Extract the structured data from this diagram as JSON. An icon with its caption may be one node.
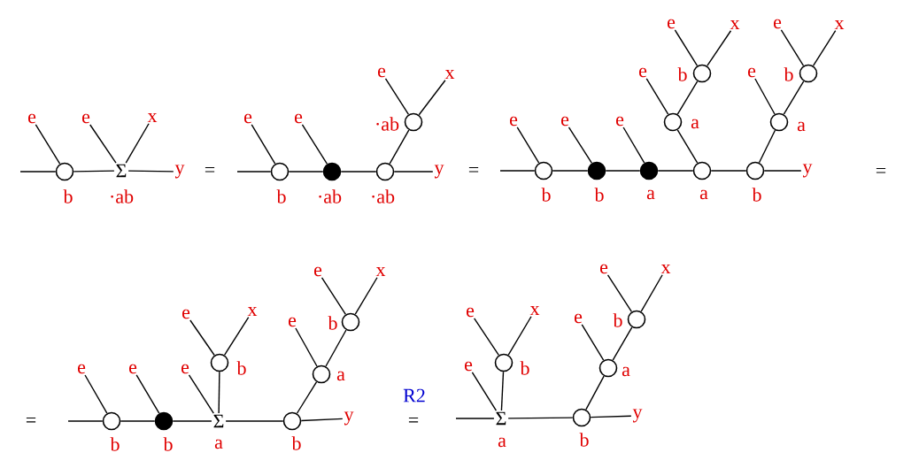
{
  "diagram": {
    "nodes": [
      {
        "text": [],
        "shape": "circle",
        "beside": [
          "b"
        ]
      },
      {
        "text": [
          "e"
        ]
      },
      {
        "text": [
          "Σ"
        ],
        "beside": [
          "·ab"
        ]
      },
      {
        "text": [
          "e"
        ]
      },
      {
        "text": [
          "x"
        ]
      },
      {
        "text": [
          "y"
        ]
      },
      {
        "text": [],
        "shape": "circle",
        "beside": [
          "b"
        ]
      },
      {
        "text": [
          "e"
        ]
      },
      {
        "text": [],
        "shape": "circle",
        "beside": [
          "·ab"
        ]
      },
      {
        "text": [
          "e"
        ]
      },
      {
        "text": [],
        "shape": "circle",
        "beside": [
          "·ab"
        ]
      },
      {
        "text": [],
        "shape": "circle",
        "beside": [
          "·ab"
        ]
      },
      {
        "text": [
          "e"
        ]
      },
      {
        "text": [
          "x"
        ]
      },
      {
        "text": [
          "y"
        ]
      },
      {
        "text": [],
        "shape": "circle",
        "beside": [
          "b"
        ]
      },
      {
        "text": [
          "e"
        ]
      },
      {
        "text": [],
        "shape": "circle",
        "beside": [
          "b"
        ]
      },
      {
        "text": [
          "e"
        ]
      },
      {
        "text": [],
        "shape": "circle",
        "beside": [
          "a"
        ]
      },
      {
        "text": [
          "e"
        ]
      },
      {
        "text": [],
        "shape": "circle",
        "beside": [
          "a"
        ]
      },
      {
        "text": [],
        "shape": "circle",
        "beside": [
          "a"
        ]
      },
      {
        "text": [
          "e"
        ]
      },
      {
        "text": [],
        "shape": "circle",
        "beside": [
          "b"
        ]
      },
      {
        "text": [
          "e"
        ]
      },
      {
        "text": [
          "x"
        ]
      },
      {
        "text": [],
        "shape": "circle",
        "beside": [
          "b"
        ]
      },
      {
        "text": [],
        "shape": "circle",
        "beside": [
          "a"
        ]
      },
      {
        "text": [
          "e"
        ]
      },
      {
        "text": [],
        "shape": "circle",
        "beside": [
          "b"
        ]
      },
      {
        "text": [
          "e"
        ]
      },
      {
        "text": [
          "x"
        ]
      },
      {
        "text": [
          "y"
        ]
      },
      {
        "text": [],
        "shape": "circle",
        "beside": [
          "b"
        ]
      },
      {
        "text": [
          "e"
        ]
      },
      {
        "text": [],
        "shape": "circle",
        "beside": [
          "b"
        ]
      },
      {
        "text": [
          "e"
        ]
      },
      {
        "text": [
          "Σ"
        ],
        "beside": [
          "a"
        ]
      },
      {
        "text": [
          "e"
        ]
      },
      {
        "text": [],
        "shape": "circle",
        "beside": [
          "b"
        ]
      },
      {
        "text": [
          "e"
        ]
      },
      {
        "text": [
          "x"
        ]
      },
      {
        "text": [],
        "shape": "circle",
        "beside": [
          "b"
        ]
      },
      {
        "text": [],
        "shape": "circle",
        "beside": [
          "a"
        ]
      },
      {
        "text": [
          "e"
        ]
      },
      {
        "text": [],
        "shape": "circle",
        "beside": [
          "b"
        ]
      },
      {
        "text": [
          "e"
        ]
      },
      {
        "text": [
          "x"
        ]
      },
      {
        "text": [
          "y"
        ]
      },
      {
        "text": [
          "Σ"
        ],
        "beside": [
          "a"
        ]
      },
      {
        "text": [
          "e"
        ]
      },
      {
        "text": [],
        "shape": "circle",
        "beside": [
          "b"
        ]
      },
      {
        "text": [
          "e"
        ]
      },
      {
        "text": [
          "x"
        ]
      },
      {
        "text": [],
        "shape": "circle",
        "beside": [
          "b"
        ]
      },
      {
        "text": [],
        "shape": "circle",
        "beside": [
          "a"
        ]
      },
      {
        "text": [
          "e"
        ]
      },
      {
        "text": [],
        "shape": "circle",
        "beside": [
          "b"
        ]
      },
      {
        "text": [
          "e"
        ]
      },
      {
        "text": [
          "x"
        ]
      },
      {
        "text": [
          "y"
        ]
      }
    ],
    "edges": [
      {
        "from": null,
        "to": 0,
        "arrow": "none"
      },
      {
        "from": 0,
        "to": 1,
        "arrow": "none"
      },
      {
        "from": 0,
        "to": 2,
        "arrow": "none"
      },
      {
        "from": 2,
        "to": 3,
        "arrow": "none"
      },
      {
        "from": 2,
        "to": 4,
        "arrow": "none"
      },
      {
        "from": 2,
        "to": 5,
        "arrow": "none"
      },
      {
        "from": null,
        "to": 6,
        "arrow": "none"
      },
      {
        "from": 6,
        "to": 7,
        "arrow": "none"
      },
      {
        "from": 6,
        "to": 8,
        "arrow": "none"
      },
      {
        "from": 8,
        "to": 9,
        "arrow": "none"
      },
      {
        "from": 8,
        "to": 10,
        "arrow": "none"
      },
      {
        "from": 10,
        "to": 11,
        "arrow": "none"
      },
      {
        "from": 11,
        "to": 12,
        "arrow": "none"
      },
      {
        "from": 11,
        "to": 13,
        "arrow": "none"
      },
      {
        "from": 10,
        "to": 14,
        "arrow": "none"
      },
      {
        "from": null,
        "to": 15,
        "arrow": "none"
      },
      {
        "from": 15,
        "to": 16,
        "arrow": "none"
      },
      {
        "from": 15,
        "to": 17,
        "arrow": "none"
      },
      {
        "from": 17,
        "to": 18,
        "arrow": "none"
      },
      {
        "from": 17,
        "to": 19,
        "arrow": "none"
      },
      {
        "from": 19,
        "to": 20,
        "arrow": "none"
      },
      {
        "from": 19,
        "to": 21,
        "arrow": "none"
      },
      {
        "from": 21,
        "to": 22,
        "arrow": "none"
      },
      {
        "from": 22,
        "to": 23,
        "arrow": "none"
      },
      {
        "from": 22,
        "to": 24,
        "arrow": "none"
      },
      {
        "from": 24,
        "to": 25,
        "arrow": "none"
      },
      {
        "from": 24,
        "to": 26,
        "arrow": "none"
      },
      {
        "from": 21,
        "to": 27,
        "arrow": "none"
      },
      {
        "from": 27,
        "to": 28,
        "arrow": "none"
      },
      {
        "from": 28,
        "to": 29,
        "arrow": "none"
      },
      {
        "from": 28,
        "to": 30,
        "arrow": "none"
      },
      {
        "from": 30,
        "to": 31,
        "arrow": "none"
      },
      {
        "from": 30,
        "to": 32,
        "arrow": "none"
      },
      {
        "from": 27,
        "to": 33,
        "arrow": "none"
      },
      {
        "from": null,
        "to": 34,
        "arrow": "none"
      },
      {
        "from": 34,
        "to": 35,
        "arrow": "none"
      },
      {
        "from": 34,
        "to": 36,
        "arrow": "none"
      },
      {
        "from": 36,
        "to": 37,
        "arrow": "none"
      },
      {
        "from": 36,
        "to": 38,
        "arrow": "none"
      },
      {
        "from": 38,
        "to": 39,
        "arrow": "none"
      },
      {
        "from": 38,
        "to": 40,
        "arrow": "none"
      },
      {
        "from": 40,
        "to": 41,
        "arrow": "none"
      },
      {
        "from": 40,
        "to": 42,
        "arrow": "none"
      },
      {
        "from": 38,
        "to": 43,
        "arrow": "none"
      },
      {
        "from": 43,
        "to": 44,
        "arrow": "none"
      },
      {
        "from": 44,
        "to": 45,
        "arrow": "none"
      },
      {
        "from": 44,
        "to": 46,
        "arrow": "none"
      },
      {
        "from": 46,
        "to": 47,
        "arrow": "none"
      },
      {
        "from": 46,
        "to": 48,
        "arrow": "none"
      },
      {
        "from": 43,
        "to": 49,
        "arrow": "none"
      },
      {
        "from": null,
        "to": 50,
        "arrow": "none"
      },
      {
        "from": 50,
        "to": 51,
        "arrow": "none"
      },
      {
        "from": 50,
        "to": 52,
        "arrow": "none"
      },
      {
        "from": 52,
        "to": 53,
        "arrow": "none"
      },
      {
        "from": 52,
        "to": 54,
        "arrow": "none"
      },
      {
        "from": 50,
        "to": 55,
        "arrow": "none"
      },
      {
        "from": 55,
        "to": 56,
        "arrow": "none"
      },
      {
        "from": 56,
        "to": 57,
        "arrow": "none"
      },
      {
        "from": 56,
        "to": 58,
        "arrow": "none"
      },
      {
        "from": 58,
        "to": 59,
        "arrow": "none"
      },
      {
        "from": 58,
        "to": 60,
        "arrow": "none"
      },
      {
        "from": 55,
        "to": 61,
        "arrow": "none"
      }
    ],
    "labels": [
      "=",
      "=",
      "=",
      "=",
      "R2",
      "="
    ]
  }
}
